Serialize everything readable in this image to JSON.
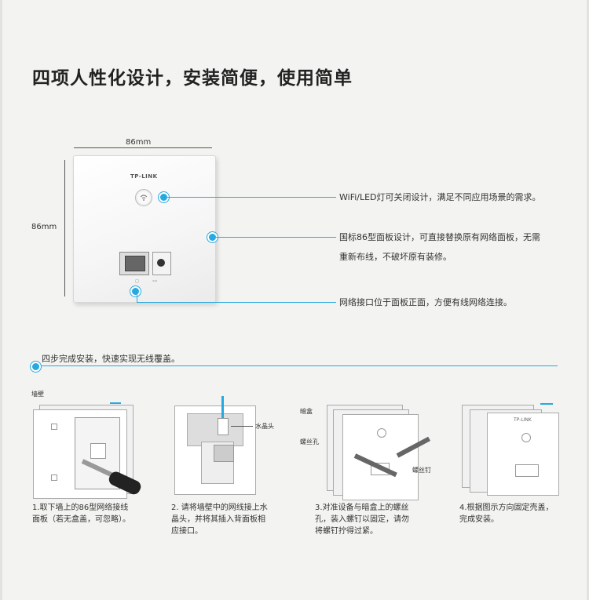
{
  "title": "四项人性化设计，安装简便，使用简单",
  "dimensions": {
    "width": "86mm",
    "height": "86mm"
  },
  "panel": {
    "brand": "TP-LINK",
    "colors": {
      "accent": "#26a9e0"
    }
  },
  "features": [
    {
      "lines": [
        "WiFi/LED灯可关闭设计，满足不同应用场景的需求。"
      ]
    },
    {
      "lines": [
        "国标86型面板设计，可直接替换原有网络面板，无需",
        "重新布线，不破坏原有装修。"
      ]
    },
    {
      "lines": [
        "网络接口位于面板正面，方便有线网络连接。"
      ]
    }
  ],
  "steps": {
    "heading": "四步完成安装，快速实现无线覆盖。",
    "labels": {
      "wall": "墙壁",
      "crystal_head": "水晶头",
      "backbox": "暗盒",
      "screw_hole": "螺丝孔",
      "screw": "螺丝钉"
    },
    "captions": [
      [
        "1.取下墙上的86型网络接线",
        "面板（若无盒盖，可忽略）。"
      ],
      [
        "2. 请将墙壁中的网线接上水",
        "晶头，并将其插入背面板相",
        "应接口。"
      ],
      [
        "3.对准设备与暗盒上的螺丝",
        "孔，装入螺钉以固定，请勿",
        "将螺钉拧得过紧。"
      ],
      [
        "4.根据图示方向固定壳盖，",
        "完成安装。"
      ]
    ]
  }
}
